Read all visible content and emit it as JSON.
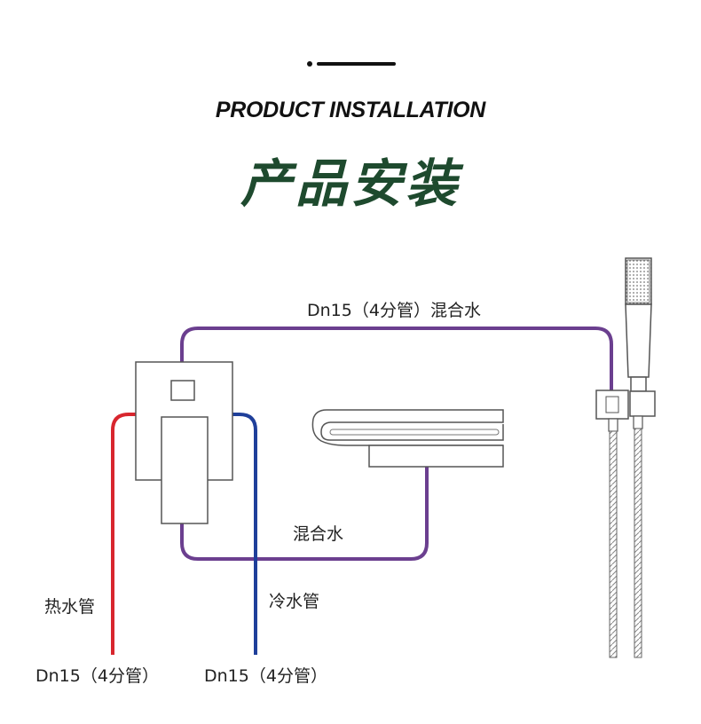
{
  "header": {
    "title_en": "PRODUCT INSTALLATION",
    "title_cn": "产品安装"
  },
  "colors": {
    "title_cn": "#1e4a2e",
    "hot_pipe": "#d8262e",
    "cold_pipe": "#1f3f9a",
    "mixed_pipe": "#6b3f8f",
    "fixture_stroke": "#555555"
  },
  "labels": {
    "mixed_top": "Dn15（4分管）混合水",
    "mixed_bottom": "混合水",
    "hot_pipe": "热水管",
    "cold_pipe": "冷水管",
    "hot_size": "Dn15（4分管）",
    "cold_size": "Dn15（4分管）"
  }
}
